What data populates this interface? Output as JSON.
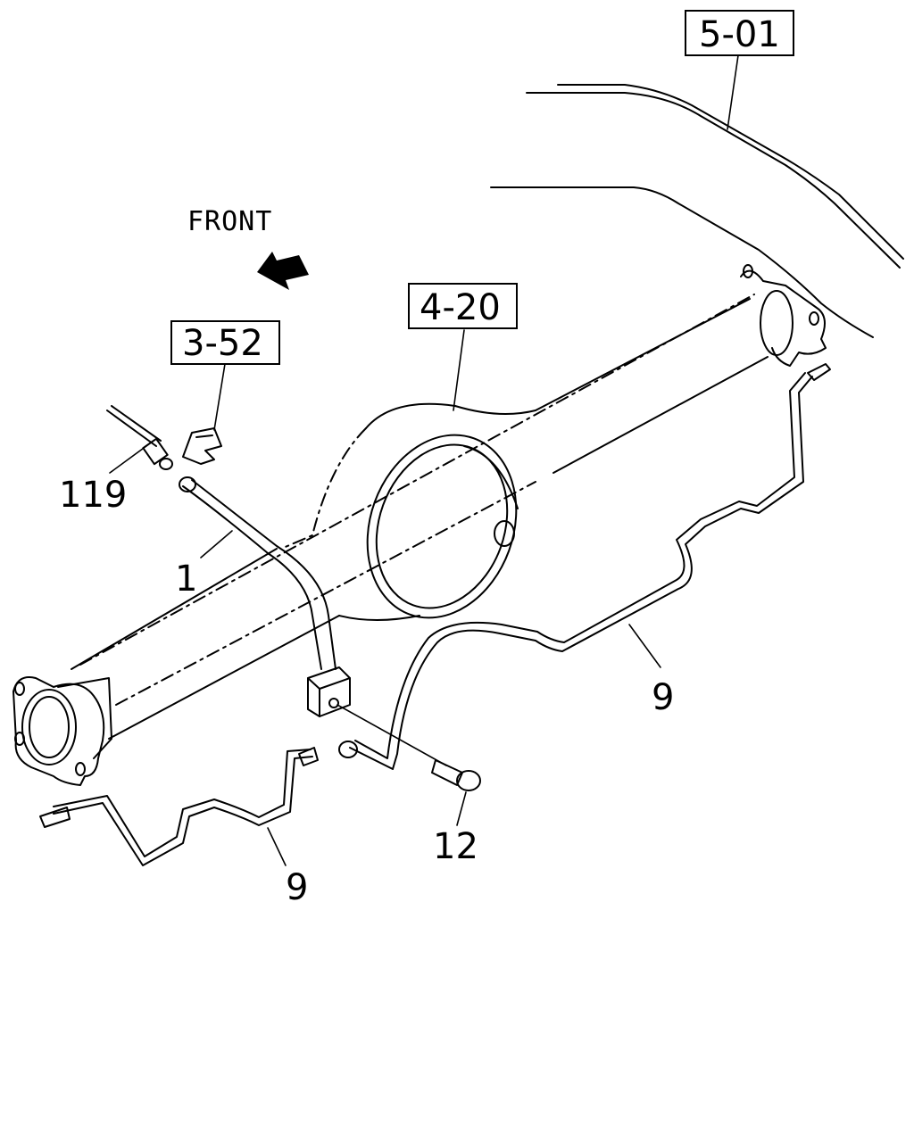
{
  "labels": {
    "front": "FRONT",
    "ref_frame": "5-01",
    "ref_axle": "4-20",
    "ref_clip": "3-52",
    "part_breather": "119",
    "part_hose": "1",
    "part_pipe_right": "9",
    "part_pipe_left": "9",
    "part_bolt": "12"
  }
}
